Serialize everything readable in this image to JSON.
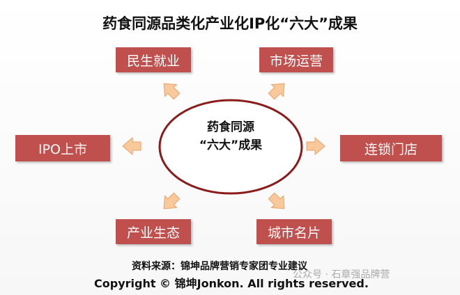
{
  "title": "药食同源品类化产业化IP化“六大”成果",
  "center": {
    "line1": "药食同源",
    "line2": "“六大”成果"
  },
  "outcomes": [
    "民生就业",
    "市场运营",
    "IPO上市",
    "连锁门店",
    "产业生态",
    "城市名片"
  ],
  "source": "资料来源：锦坤品牌营销专家团专业建议",
  "copyright": "Copyright © 锦坤Jonkon. All rights reserved.",
  "watermark": "公众号 · 石章强品牌营",
  "colors": {
    "box": "#c0504d",
    "ellipse": "#8b1a1a",
    "arrow": "#f9c89b"
  }
}
